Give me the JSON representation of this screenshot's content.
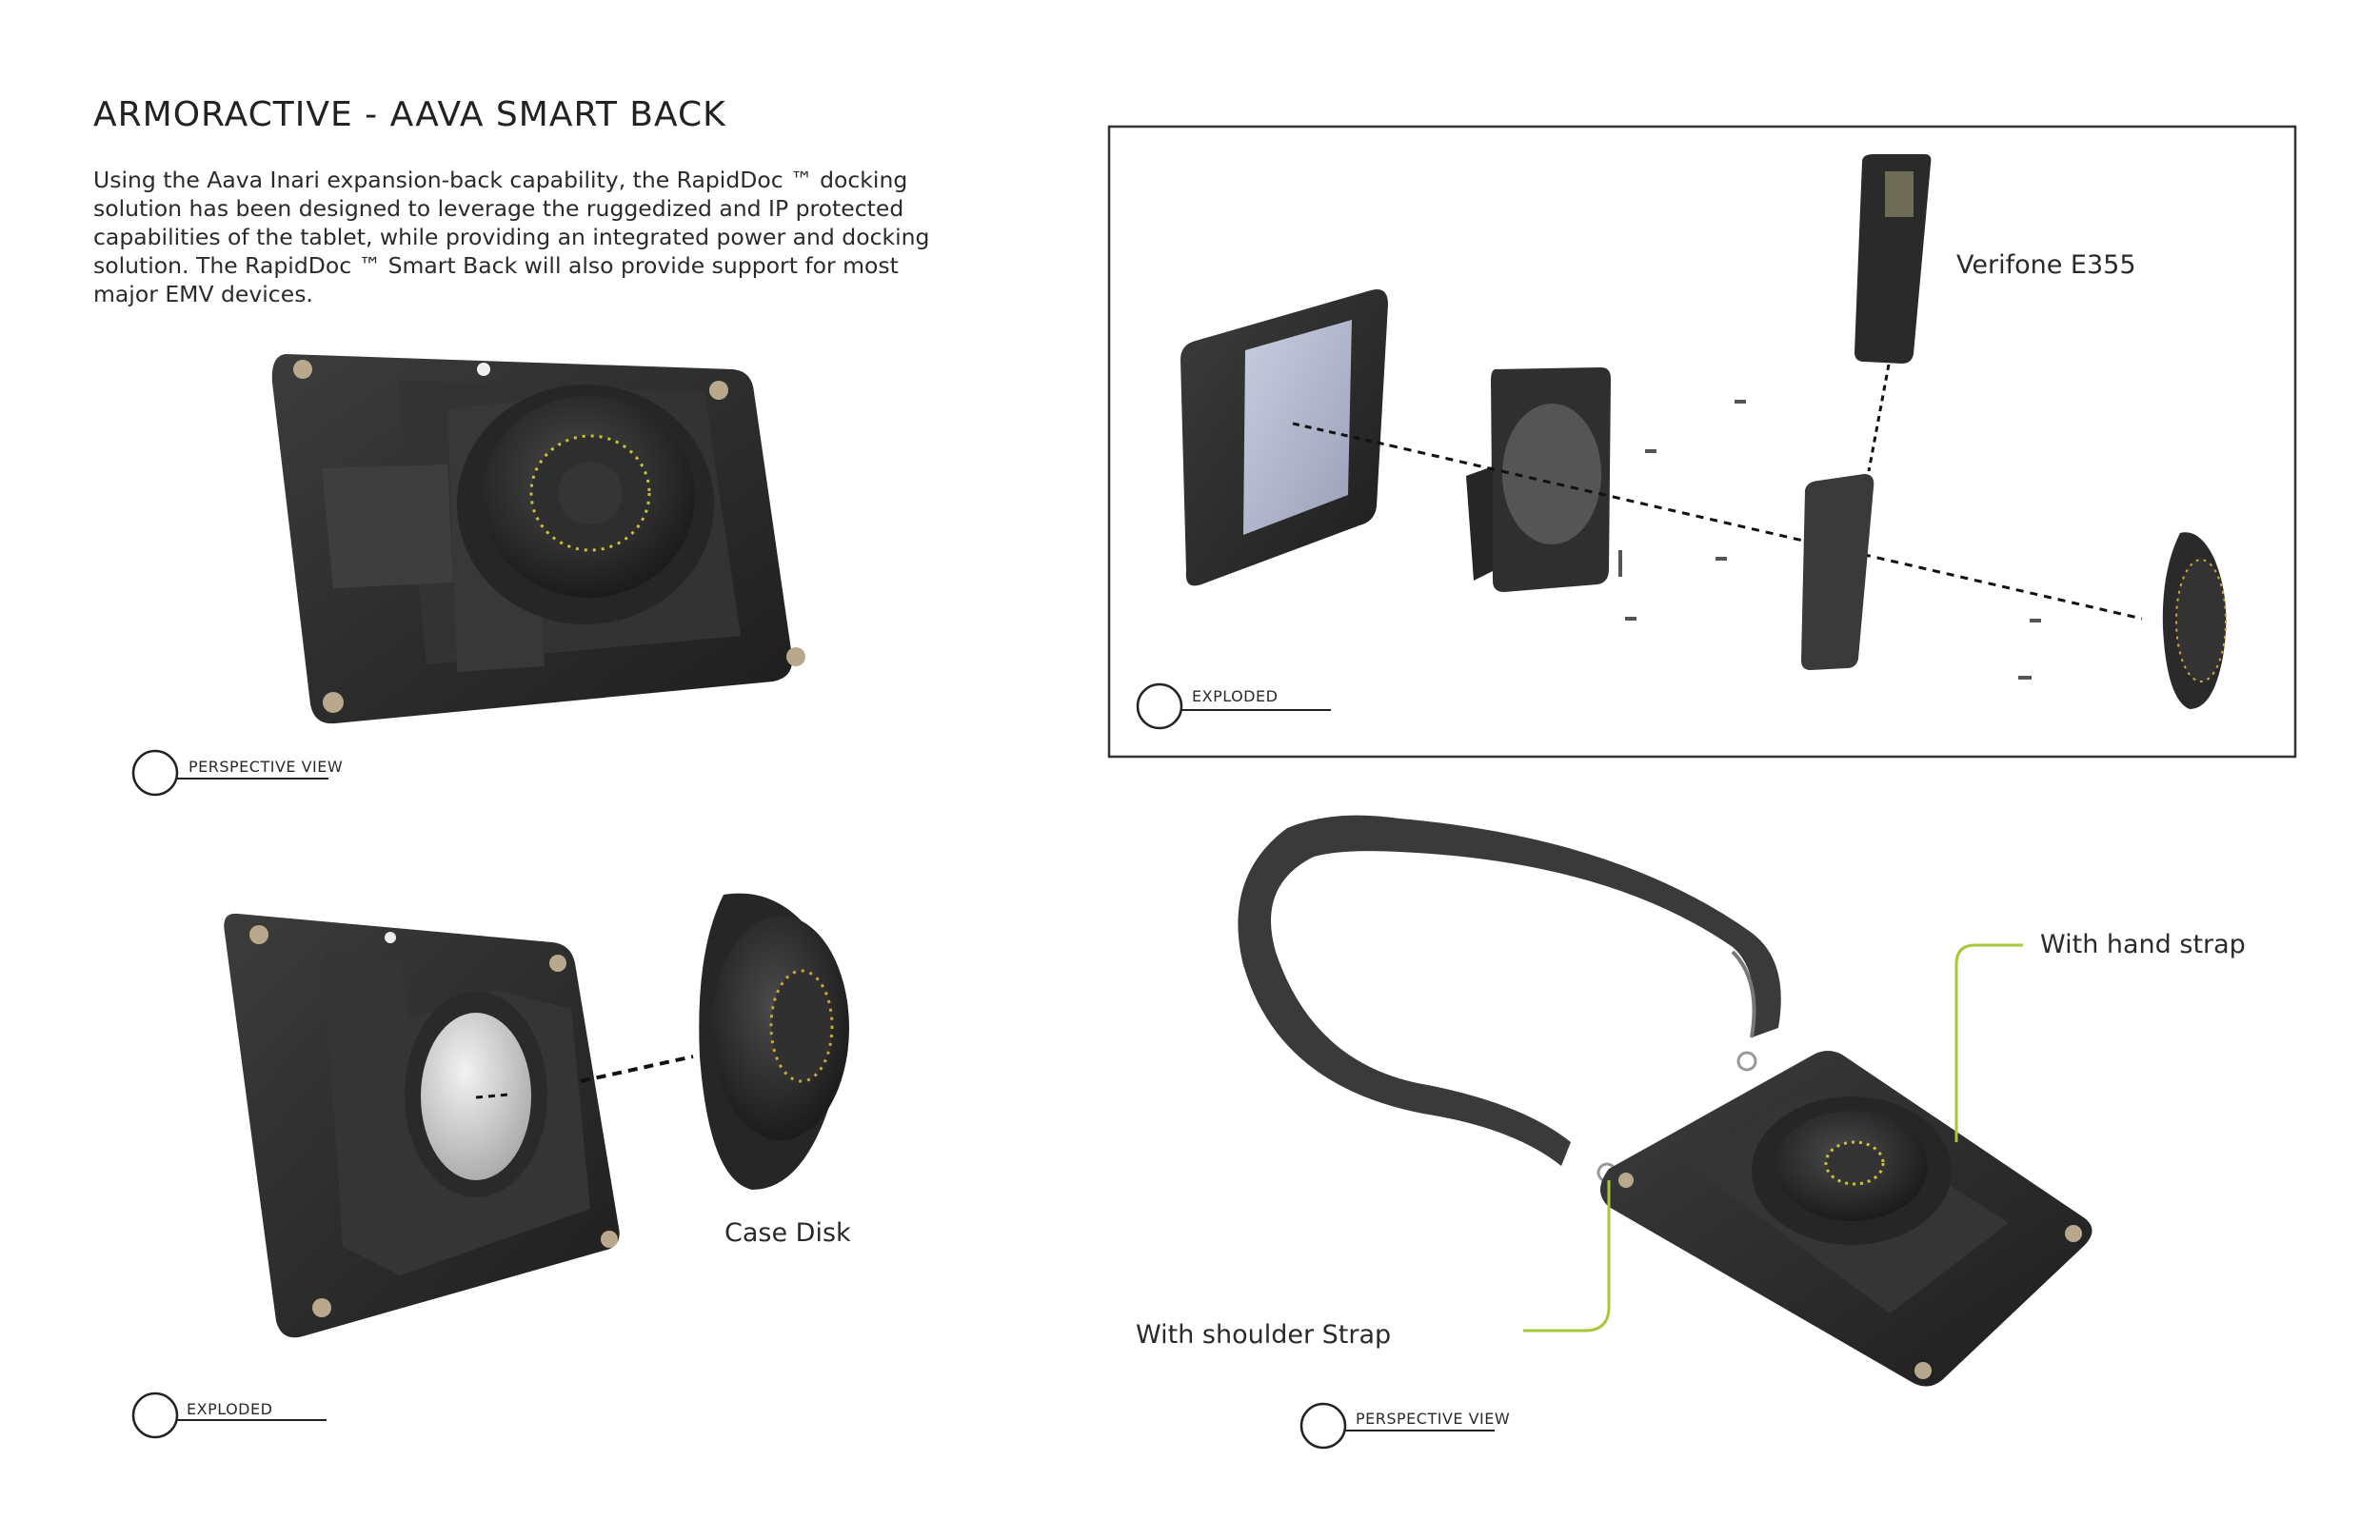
{
  "page": {
    "title": "ARMORACTIVE - AAVA SMART BACK",
    "intro_lines": [
      "Using the Aava Inari expansion-back capability, the RapidDoc ™ docking",
      "solution has been designed to leverage the ruggedized and IP protected",
      "capabilities of the tablet, while providing an integrated power and docking",
      "solution.  The RapidDoc ™ Smart Back will also provide support for most",
      "major EMV devices."
    ]
  },
  "views": {
    "top_left_tag": "PERSPECTIVE VIEW",
    "bottom_left_tag": "EXPLODED",
    "top_right_tag": "EXPLODED",
    "bottom_right_tag": "PERSPECTIVE VIEW"
  },
  "callouts": {
    "case_disk": "Case Disk",
    "verifone": "Verifone E355",
    "hand_strap": "With hand strap",
    "shoulder_strap": "With shoulder Strap"
  },
  "colors": {
    "device_body": "#2b2b2b",
    "device_face": "#3a3a3a",
    "accent_led": "#c9c23a",
    "leader_line": "#a6c83a",
    "frame": "#333333",
    "text": "#2a2a2a"
  },
  "icons": [
    "view-marker-icon",
    "tablet-render",
    "case-disk-render",
    "payment-terminal-render",
    "shoulder-strap-render"
  ]
}
